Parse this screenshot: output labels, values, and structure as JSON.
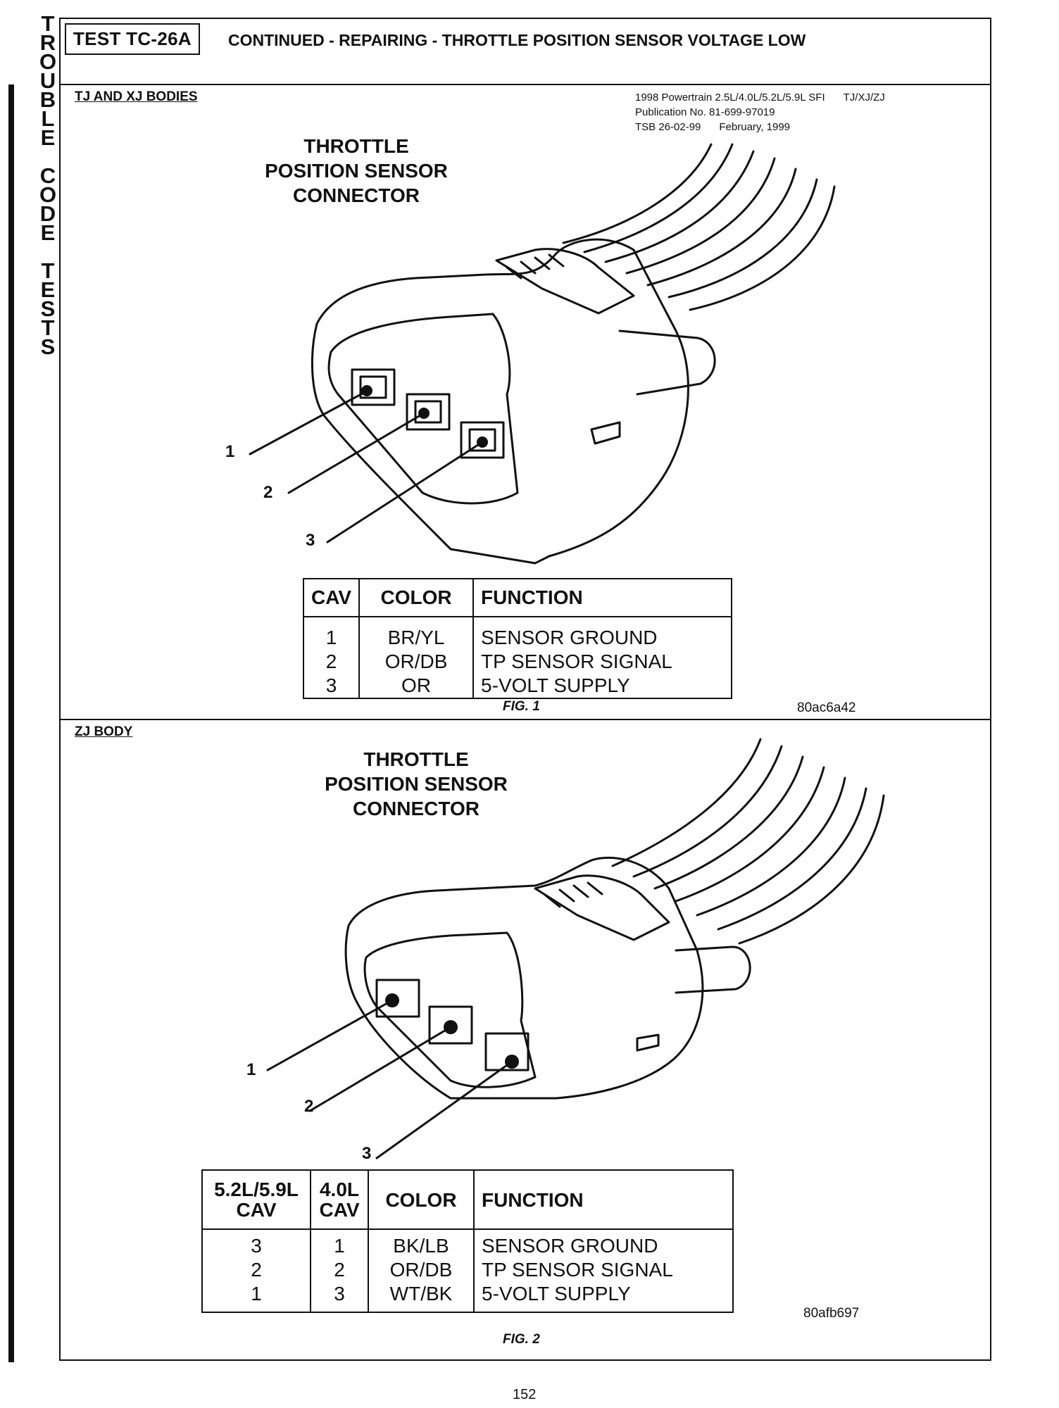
{
  "side_tab": {
    "letters": [
      "T",
      "R",
      "O",
      "U",
      "B",
      "L",
      "E",
      " ",
      "C",
      "O",
      "D",
      "E",
      " ",
      "T",
      "E",
      "S",
      "T",
      "S"
    ]
  },
  "header": {
    "test_id": "TEST TC-26A",
    "title": "CONTINUED - REPAIRING - THROTTLE POSITION SENSOR VOLTAGE LOW"
  },
  "publication": {
    "line1": "1998 Powertrain 2.5L/4.0L/5.2L/5.9L SFI",
    "line1_models": "TJ/XJ/ZJ",
    "line2": "Publication No. 81-699-97019",
    "line3_tsb": "TSB 26-02-99",
    "line3_date": "February, 1999"
  },
  "fig1": {
    "section_label": "TJ AND XJ BODIES",
    "title": [
      "THROTTLE",
      "POSITION SENSOR",
      "CONNECTOR"
    ],
    "callouts": [
      "1",
      "2",
      "3"
    ],
    "table": {
      "headers": [
        "CAV",
        "COLOR",
        "FUNCTION"
      ],
      "rows": [
        {
          "cav": "1",
          "color": "BR/YL",
          "function": "SENSOR GROUND"
        },
        {
          "cav": "2",
          "color": "OR/DB",
          "function": "TP SENSOR SIGNAL"
        },
        {
          "cav": "3",
          "color": "OR",
          "function": "5-VOLT SUPPLY"
        }
      ]
    },
    "caption": "FIG. 1",
    "code": "80ac6a42"
  },
  "fig2": {
    "section_label": "ZJ BODY",
    "title": [
      "THROTTLE",
      "POSITION SENSOR",
      "CONNECTOR"
    ],
    "callouts": [
      "1",
      "2",
      "3"
    ],
    "table": {
      "headers": [
        [
          "5.2L/5.9L",
          "CAV"
        ],
        [
          "4.0L",
          "CAV"
        ],
        [
          "COLOR"
        ],
        [
          "FUNCTION"
        ]
      ],
      "rows": [
        {
          "cav_v8": "3",
          "cav_40": "1",
          "color": "BK/LB",
          "function": "SENSOR GROUND"
        },
        {
          "cav_v8": "2",
          "cav_40": "2",
          "color": "OR/DB",
          "function": "TP SENSOR SIGNAL"
        },
        {
          "cav_v8": "1",
          "cav_40": "3",
          "color": "WT/BK",
          "function": "5-VOLT SUPPLY"
        }
      ]
    },
    "caption": "FIG. 2",
    "code": "80afb697"
  },
  "page_number": "152"
}
